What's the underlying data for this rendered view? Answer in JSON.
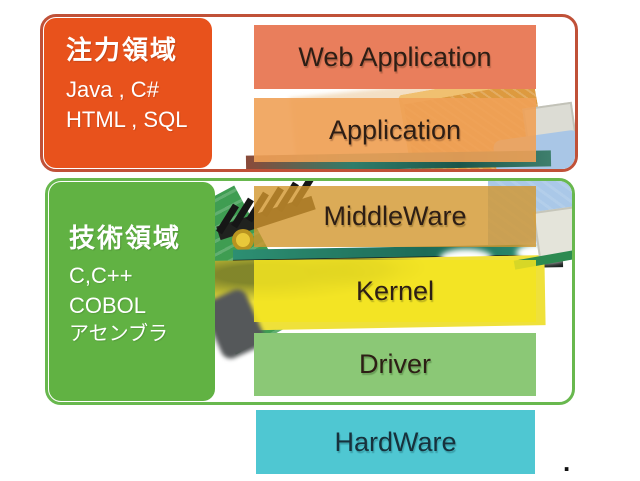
{
  "diagram": {
    "focus_panel": {
      "title": "注力領域",
      "skills": [
        "Java , C#",
        "HTML , SQL"
      ],
      "layers": [
        {
          "label": "Web Application"
        },
        {
          "label": "Application"
        }
      ]
    },
    "tech_panel": {
      "title": "技術領域",
      "skills": [
        "C,C++",
        "COBOL",
        "アセンブラ"
      ],
      "layers": [
        {
          "label": "MiddleWare"
        },
        {
          "label": "Kernel"
        },
        {
          "label": "Driver"
        }
      ]
    },
    "hardware": {
      "label": "HardWare"
    },
    "footnote": "."
  },
  "colors": {
    "focus_panel_border": "#c05138",
    "focus_label_fill": "#e8521c",
    "web_application_fill": "#e97e5c",
    "application_fill": "#f0a156",
    "tech_panel_border": "#68b84e",
    "tech_label_fill": "#61b243",
    "middleware_fill": "#d2962d",
    "kernel_fill": "#f3e421",
    "driver_fill": "#8bc876",
    "hardware_fill": "#4fc7d2",
    "label_text": "#ffffff",
    "layer_text": "#2d1e15"
  }
}
